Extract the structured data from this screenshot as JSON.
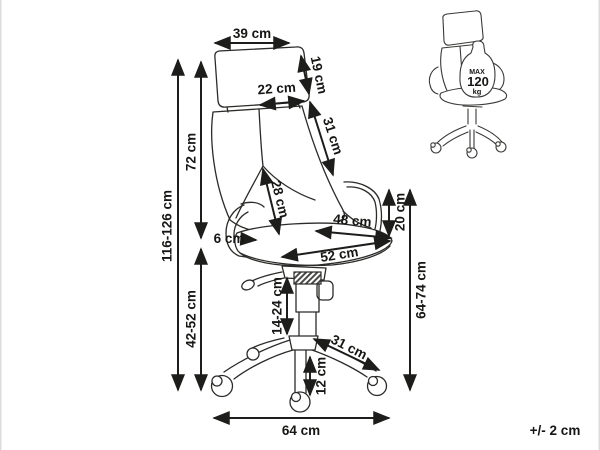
{
  "page": {
    "background": "#ffffff",
    "line_color": "#1d1d1b",
    "edge_border_color": "#dcdcdc"
  },
  "main_diagram": {
    "labels": {
      "headrest_width": "39 cm",
      "headrest_side_height": "19 cm",
      "headrest_inner_width": "22 cm",
      "backrest_upper_diagonal": "31 cm",
      "backrest_height": "72 cm",
      "total_height": "116-126 cm",
      "backrest_lower_diagonal": "28 cm",
      "armrest_thickness": "6 cm",
      "seat_width": "48 cm",
      "seat_depth": "52 cm",
      "armrest_above_seat": "20 cm",
      "floor_to_armrest_top": "64-74 cm",
      "seat_height_range": "42-52 cm",
      "gas_lift_range": "14-24 cm",
      "base_leg_length": "31 cm",
      "caster_height": "12 cm",
      "base_width": "64 cm"
    },
    "tolerance_note": "+/- 2 cm"
  },
  "weight_limit_inset": {
    "max_label": "MAX",
    "weight_value": "120",
    "unit": "kg"
  }
}
